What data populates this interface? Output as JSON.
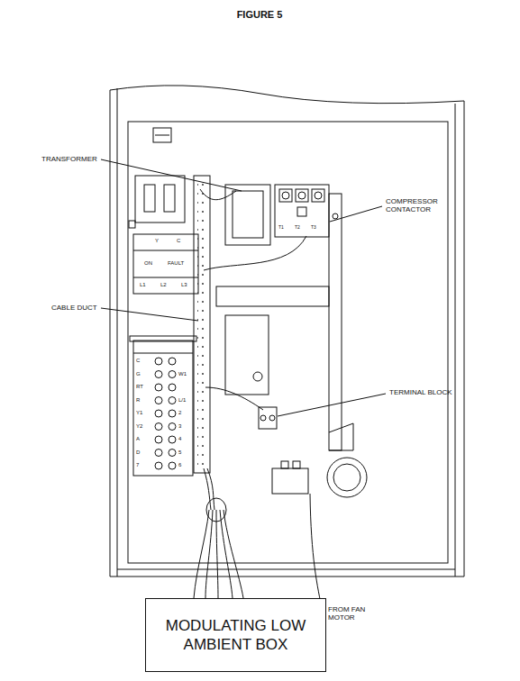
{
  "diagram": {
    "title": "FIGURE 5",
    "nodes": [
      {
        "text": [
          "MODULATING LOW AMBIENT BOX"
        ]
      }
    ],
    "labels": [
      "TRANSFORMER",
      "COMPRESSOR CONTACTOR",
      "CABLE DUCT",
      "TERMINAL BLOCK",
      "FROM FAN MOTOR",
      "C",
      "G",
      "RT",
      "R",
      "Y1",
      "Y2",
      "A",
      "D",
      "7",
      "W1",
      "L/1",
      "2",
      "3",
      "4",
      "5",
      "6",
      "Y",
      "C",
      "ON",
      "FAULT",
      "L1",
      "L2",
      "L3",
      "T1",
      "T2",
      "T3"
    ]
  }
}
